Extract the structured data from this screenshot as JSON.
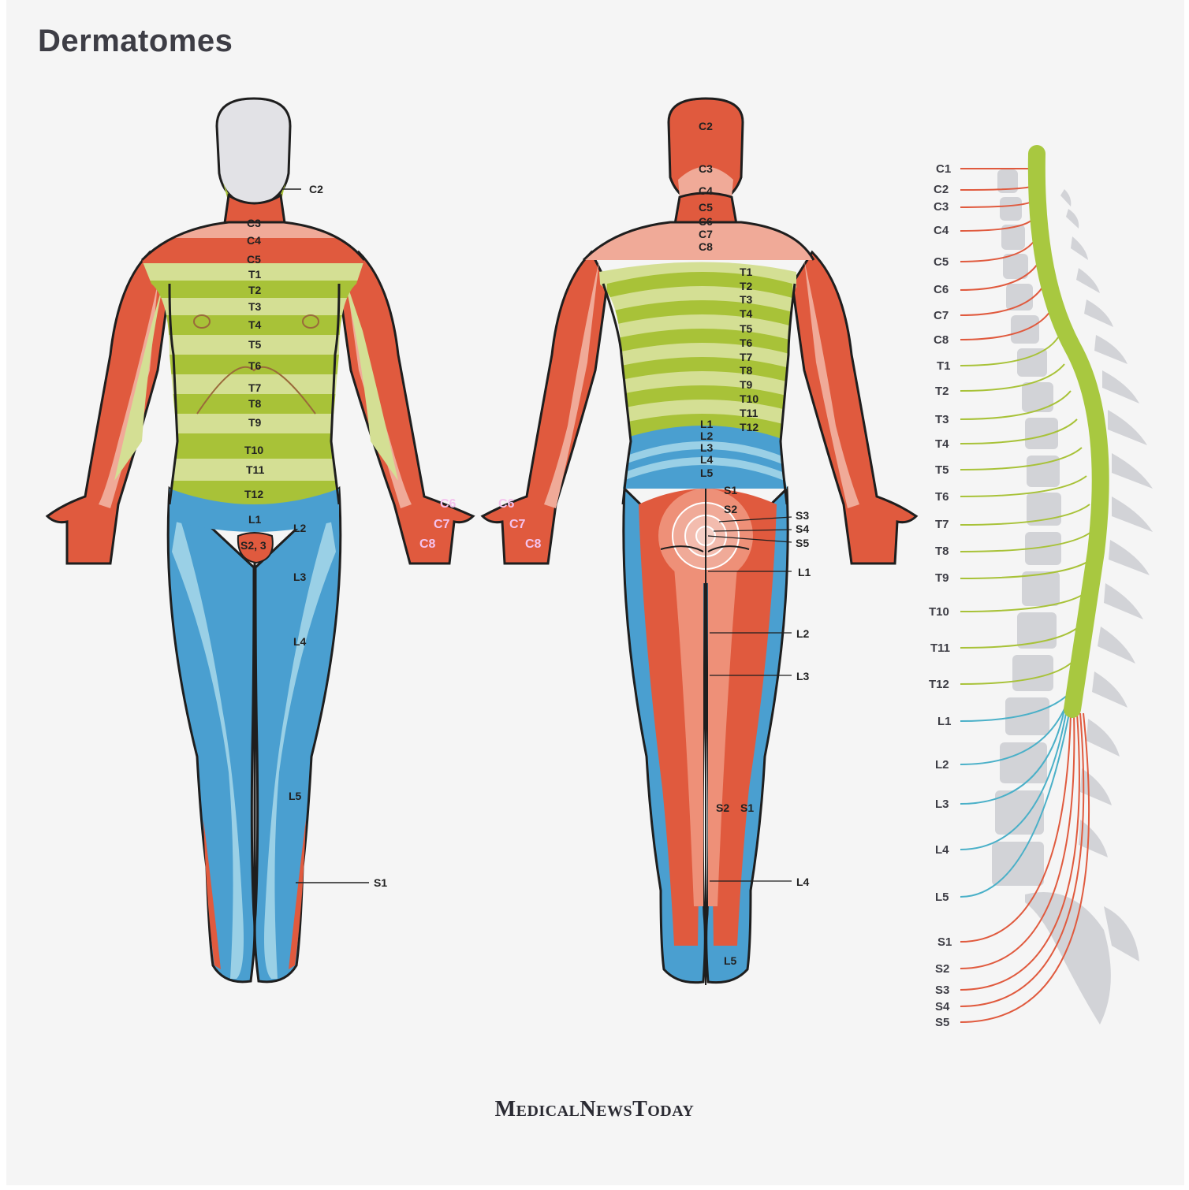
{
  "title": "Dermatomes",
  "brand": "MedicalNewsToday",
  "colors": {
    "cervical": "#e05a3e",
    "cervical_light": "#f0aa98",
    "thoracic": "#a8c238",
    "thoracic_light": "#d4df94",
    "lumbar": "#4a9fd0",
    "lumbar_light": "#9ad0e6",
    "sacral": "#e05a3e",
    "spine_bone": "#d2d3d7",
    "spinal_cord": "#a8c840",
    "background": "#f5f5f5"
  },
  "front": {
    "labels": [
      "C2",
      "C3",
      "C4",
      "C5",
      "T1",
      "T2",
      "T3",
      "T4",
      "T5",
      "T6",
      "T7",
      "T8",
      "T9",
      "T10",
      "T11",
      "T12",
      "L1",
      "L2",
      "L3",
      "L4",
      "L5",
      "S2, 3",
      "S1",
      "C6",
      "C7",
      "C8"
    ]
  },
  "back": {
    "labels": [
      "C2",
      "C3",
      "C4",
      "C5",
      "C6",
      "C7",
      "C8",
      "T1",
      "T2",
      "T3",
      "T4",
      "T5",
      "T6",
      "T7",
      "T8",
      "T9",
      "T10",
      "T11",
      "T12",
      "L1",
      "L2",
      "L3",
      "L4",
      "L5",
      "S1",
      "S2",
      "S3",
      "S4",
      "S5",
      "L1",
      "L2",
      "L3",
      "S2",
      "S1",
      "L4",
      "L5",
      "C6",
      "C7",
      "C8"
    ]
  },
  "spine": {
    "labels": [
      "C1",
      "C2",
      "C3",
      "C4",
      "C5",
      "C6",
      "C7",
      "C8",
      "T1",
      "T2",
      "T3",
      "T4",
      "T5",
      "T6",
      "T7",
      "T8",
      "T9",
      "T10",
      "T11",
      "T12",
      "L1",
      "L2",
      "L3",
      "L4",
      "L5",
      "S1",
      "S2",
      "S3",
      "S4",
      "S5"
    ]
  }
}
